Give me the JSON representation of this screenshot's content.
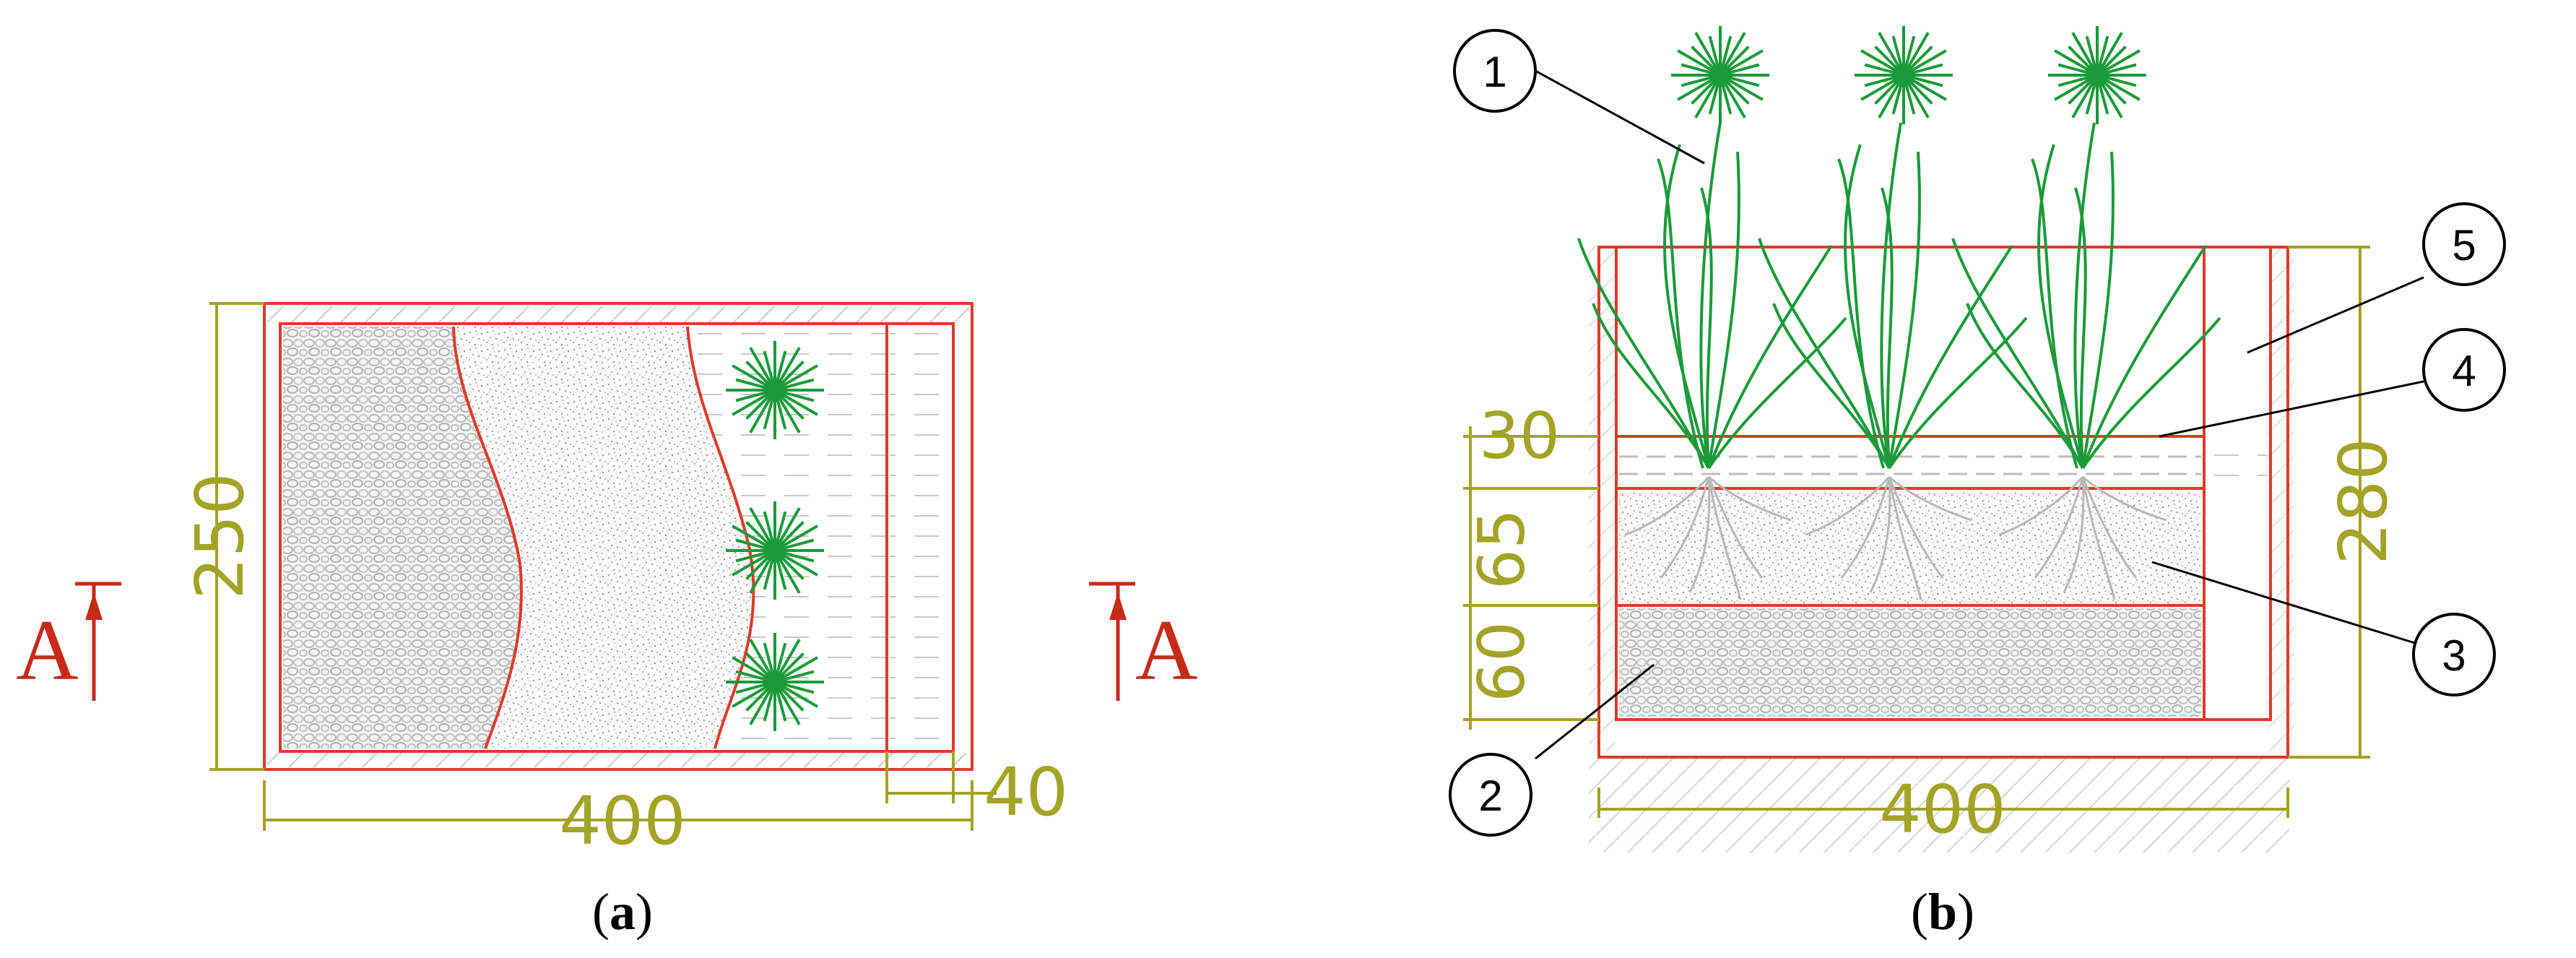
{
  "panel_a": {
    "caption": {
      "open": "(",
      "letter": "a",
      "close": ")"
    },
    "dims": {
      "height": "250",
      "width": "400",
      "strip": "40"
    },
    "section_marks": {
      "left": "A",
      "right": "A"
    }
  },
  "panel_b": {
    "caption": {
      "open": "(",
      "letter": "b",
      "close": ")"
    },
    "dims": {
      "d30": "30",
      "d65": "65",
      "d60": "60",
      "height": "280",
      "width": "400"
    },
    "callouts": [
      "1",
      "2",
      "3",
      "4",
      "5"
    ]
  },
  "colors": {
    "outline": "#e03a2a",
    "dimension": "#a3a326",
    "plant": "#1a9a3a",
    "texture": "#bdbdbd"
  }
}
